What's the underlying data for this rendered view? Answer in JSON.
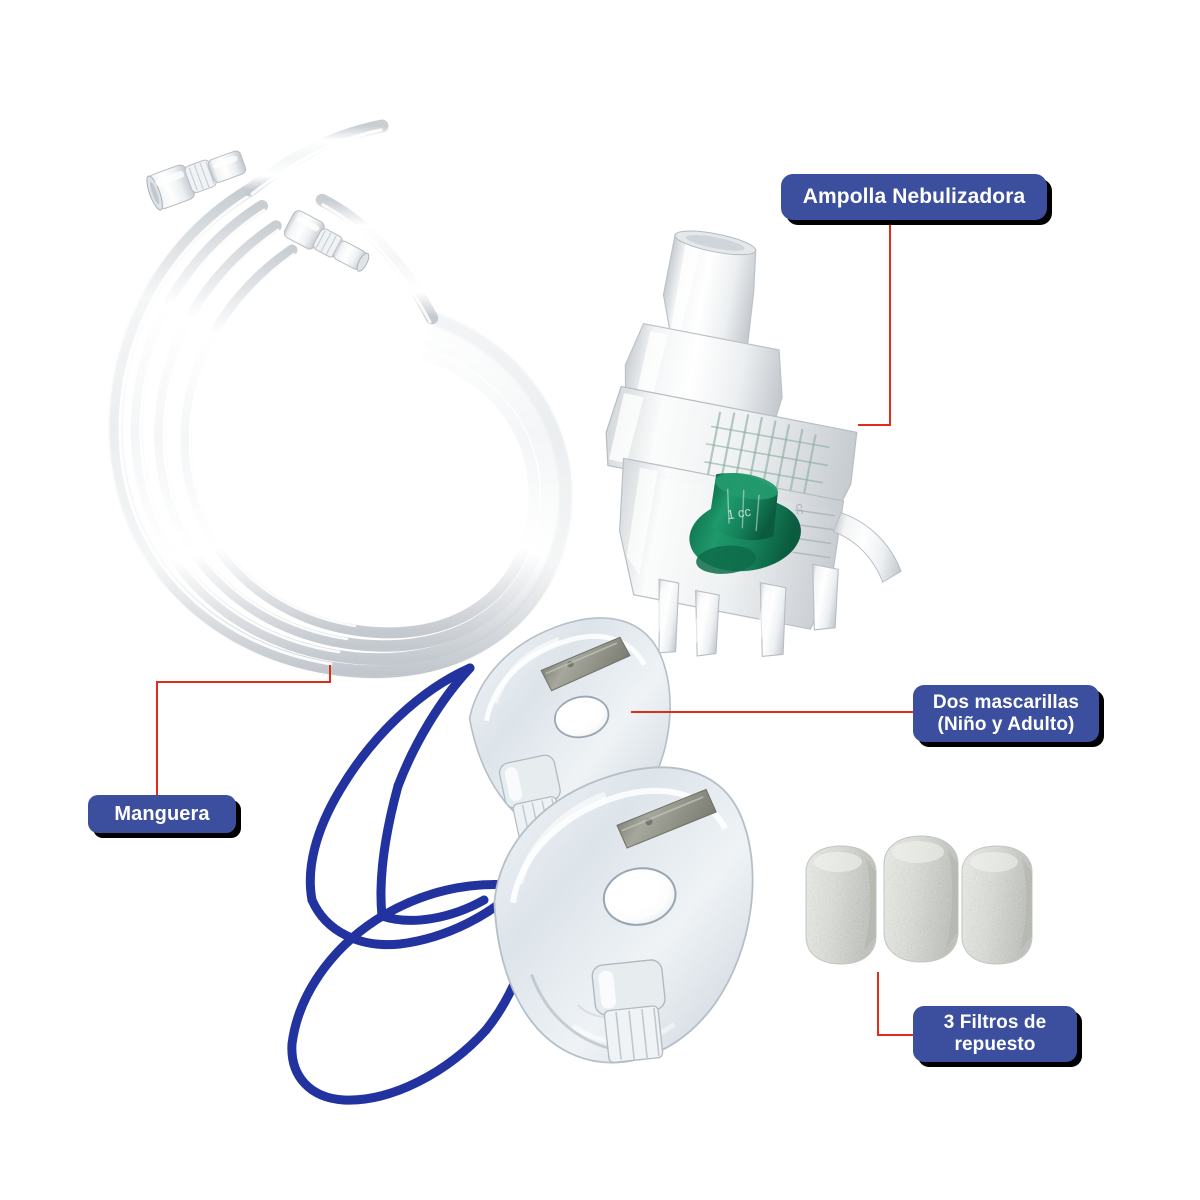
{
  "image": {
    "title": "Kit de accesorios para nebulizador",
    "background_color": "#ffffff",
    "badge_color": "#3c4f9e",
    "badge_text_color": "#ffffff",
    "leader_line_color": "#e12c1c",
    "badge_shadow_color": "#000000"
  },
  "callouts": [
    {
      "id": "ampolla",
      "label": "Ampolla Nebulizadora",
      "lines": [
        "Ampolla Nebulizadora"
      ]
    },
    {
      "id": "mascarillas",
      "label": "Dos mascarillas (Niño y Adulto)",
      "lines": [
        "Dos mascarillas",
        "(Niño y Adulto)"
      ]
    },
    {
      "id": "manguera",
      "label": "Manguera",
      "lines": [
        "Manguera"
      ]
    },
    {
      "id": "filtros",
      "label": "3 Filtros de repuesto",
      "lines": [
        "3 Filtros de",
        "repuesto"
      ]
    }
  ],
  "parts": {
    "tubing": {
      "name": "Manguera",
      "description": "Tubo de PVC transparente enrollado con dos conectores estriados",
      "color": "#e8eaec",
      "connector_count": 2
    },
    "nebulizer_cup": {
      "name": "Ampolla Nebulizadora",
      "description": "Vaso nebulizador translucido con deflector verde interno",
      "body_color": "#eceff1",
      "baffle_color": "#1d8a60",
      "marking": "1 cc"
    },
    "masks": {
      "name": "Dos mascarillas",
      "variants": [
        "Niño",
        "Adulto"
      ],
      "count": 2,
      "strap_color": "#2233a0",
      "shell_color": "#dfe5ea",
      "nose_clip_color": "#8d8f86"
    },
    "filters": {
      "name": "3 Filtros de repuesto",
      "count": 3,
      "color": "#d9dbd6",
      "description": "Filtros de espuma cilindricos"
    }
  }
}
